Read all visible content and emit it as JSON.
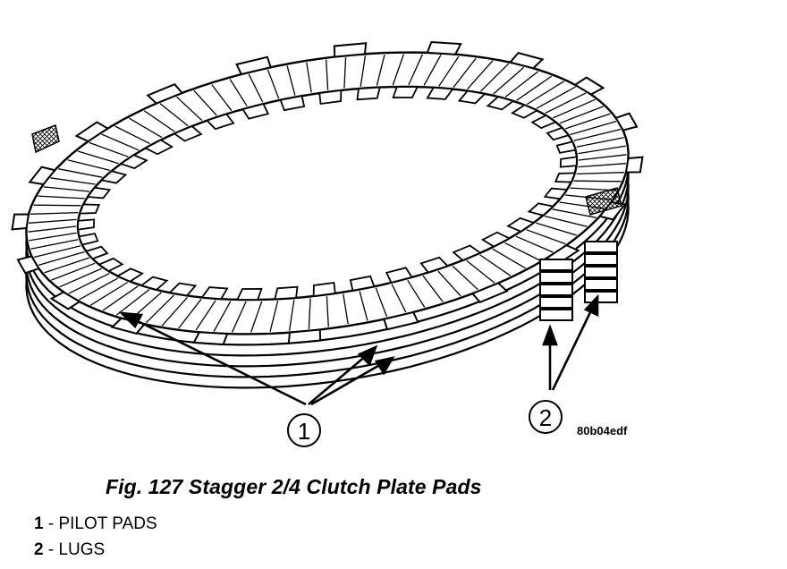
{
  "figure": {
    "caption": "Fig. 127 Stagger 2/4 Clutch Plate Pads",
    "code": "80b04edf",
    "callouts": [
      "1",
      "2"
    ]
  },
  "legend": [
    {
      "num": "1",
      "sep": " - ",
      "label": "PILOT PADS"
    },
    {
      "num": "2",
      "sep": " - ",
      "label": "LUGS"
    }
  ]
}
